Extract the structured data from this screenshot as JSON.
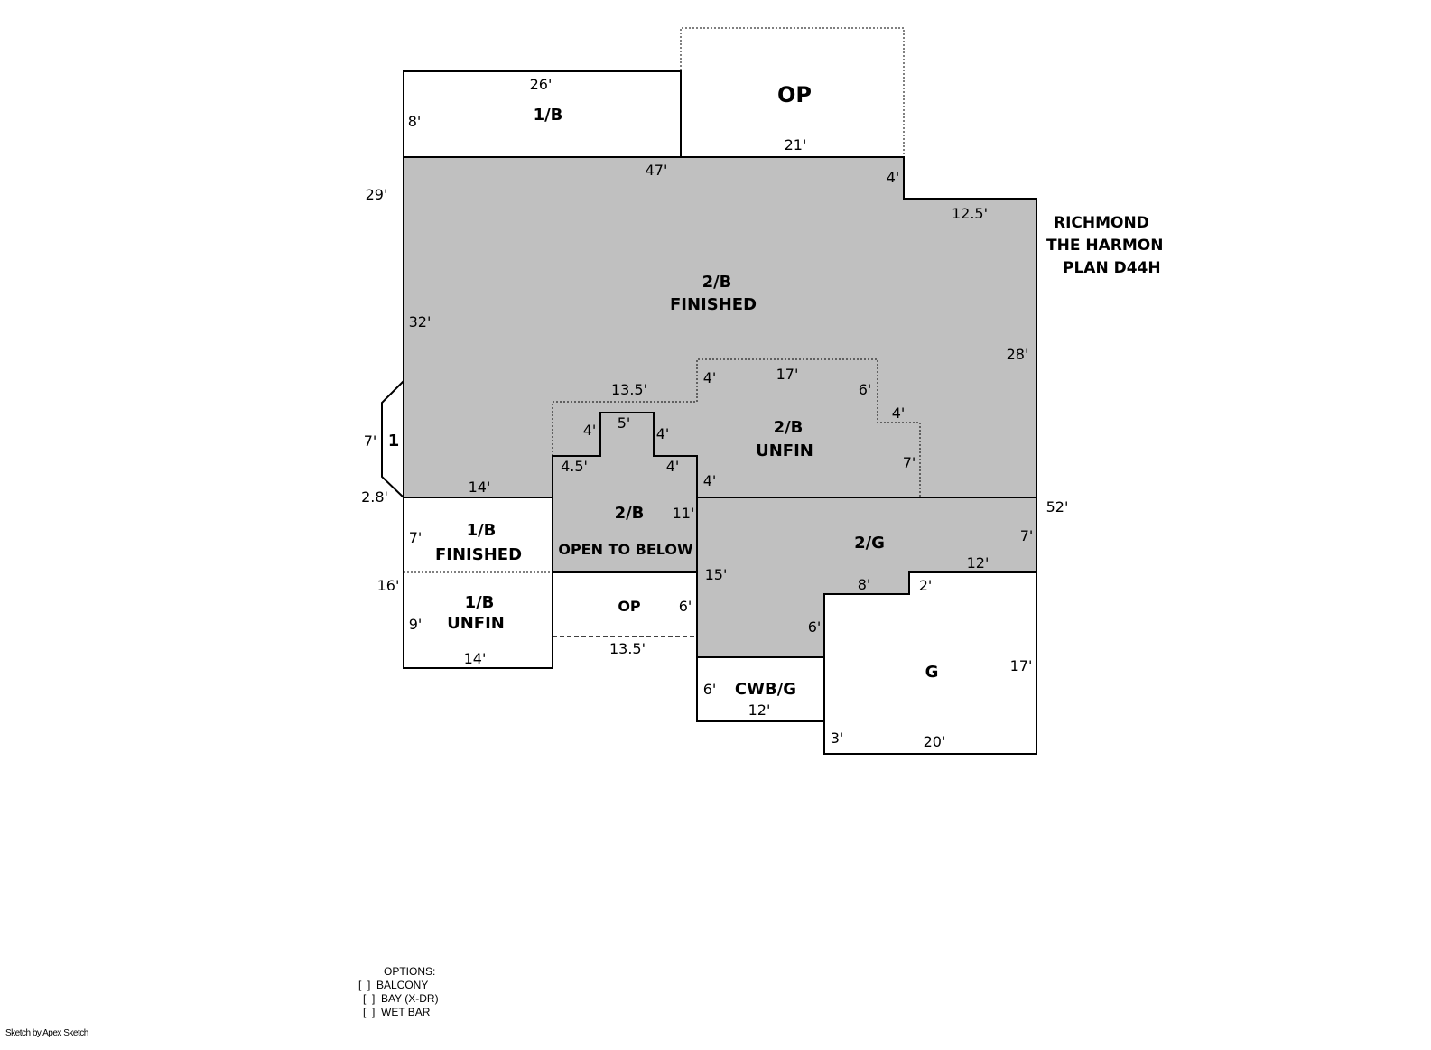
{
  "title": {
    "line1": "RICHMOND",
    "line2": "THE HARMON",
    "line3": "PLAN D44H"
  },
  "colors": {
    "gray_area": "#c0c0c0",
    "line": "#000000",
    "background": "#ffffff"
  },
  "areas": {
    "porch_top": "OP",
    "upper_left": "1/B",
    "main_1": "2/B",
    "main_2": "FINISHED",
    "unfin_1": "2/B",
    "unfin_2": "UNFIN",
    "bay": "1",
    "open_1": "2/B",
    "open_2": "OPEN TO BELOW",
    "finished_1": "1/B",
    "finished_2": "FINISHED",
    "lower_unfin_1": "1/B",
    "lower_unfin_2": "UNFIN",
    "porch_lower": "OP",
    "garage_upper": "2/G",
    "cwb": "CWB/G",
    "garage": "G"
  },
  "dimensions": {
    "d26": "26'",
    "d8": "8'",
    "d21": "21'",
    "d47": "47'",
    "d4a": "4'",
    "d29": "29'",
    "d12_5": "12.5'",
    "d32": "32'",
    "d28": "28'",
    "d13_5a": "13.5'",
    "d4b": "4'",
    "d17": "17'",
    "d6a": "6'",
    "d4c": "4'",
    "d4d": "4'",
    "d5": "5'",
    "d4e": "4'",
    "d7a": "7'",
    "d4_5": "4.5'",
    "d4f": "4'",
    "d7b": "7'",
    "d4g": "4'",
    "d2_8": "2.8'",
    "d14a": "14'",
    "d52": "52'",
    "d7c": "7'",
    "d11": "11'",
    "d7d": "7'",
    "d12a": "12'",
    "d16": "16'",
    "d15": "15'",
    "d8b": "8'",
    "d2": "2'",
    "d9": "9'",
    "d6b": "6'",
    "d6c": "6'",
    "d14b": "14'",
    "d13_5b": "13.5'",
    "d17b": "17'",
    "d6d": "6'",
    "d12b": "12'",
    "d3": "3'",
    "d20": "20'"
  },
  "options": {
    "heading": "OPTIONS:",
    "items": [
      "[  ]  BALCONY",
      "[  ]  BAY (X-DR)",
      "[  ]  WET BAR"
    ]
  },
  "credit": "Sketch by Apex Sketch"
}
